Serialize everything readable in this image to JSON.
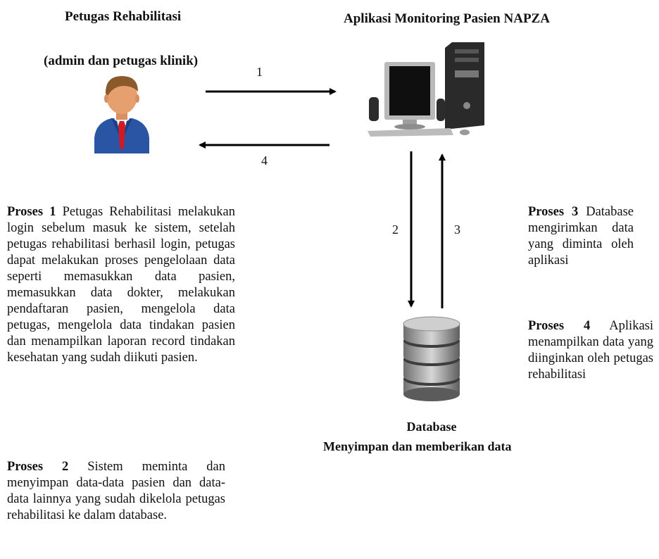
{
  "actor": {
    "title": "Petugas Rehabilitasi",
    "subtitle": "(admin  dan petugas klinik)"
  },
  "application": {
    "title": "Aplikasi Monitoring  Pasien NAPZA"
  },
  "arrows": {
    "a1": "1",
    "a2": "2",
    "a3": "3",
    "a4": "4"
  },
  "database": {
    "title": "Database",
    "subtitle": "Menyimpan  dan  memberikan  data"
  },
  "processes": {
    "p1": {
      "label": "Proses  1",
      "text": " Petugas Rehabilitasi melakukan login sebelum masuk ke sistem, setelah petugas rehabilitasi berhasil login, petugas dapat melakukan proses pengelolaan data seperti memasukkan data pasien, memasukkan data dokter, melakukan pendaftaran pasien, mengelola data petugas, mengelola data tindakan pasien dan menampilkan laporan record tindakan kesehatan yang sudah diikuti  pasien."
    },
    "p2": {
      "label": "Proses  2",
      "text": " Sistem meminta dan menyimpan data-data pasien dan data-data lainnya yang sudah dikelola petugas rehabilitasi ke dalam database."
    },
    "p3": {
      "label": "Proses 3",
      "text": " Database mengirimkan data yang diminta oleh aplikasi"
    },
    "p4": {
      "label": "Proses  4",
      "text": " Aplikasi menampilkan data yang diinginkan oleh petugas rehabilitasi"
    }
  },
  "colors": {
    "suit": "#2a55a5",
    "tie": "#d11a22",
    "skin": "#e6a070",
    "hair": "#8a5a2c",
    "db": "#8f8f8f"
  }
}
